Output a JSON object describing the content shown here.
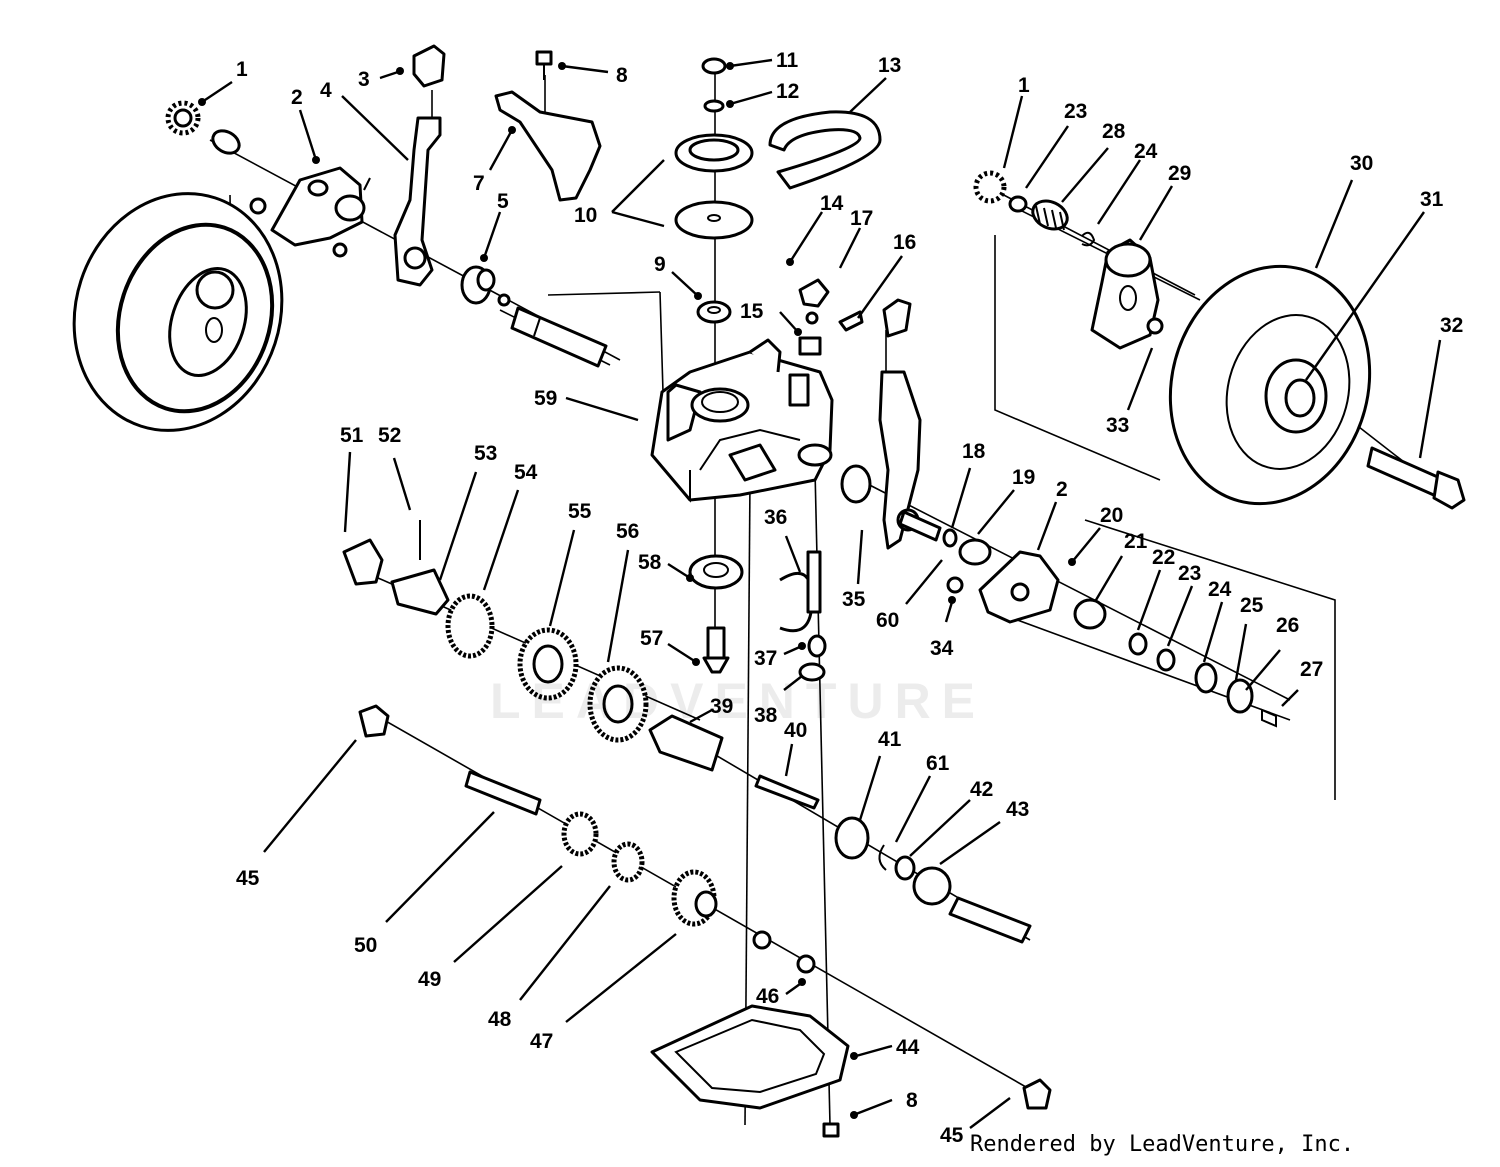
{
  "watermark": "LEADVENTURE",
  "credit": "Rendered by LeadVenture, Inc.",
  "callouts": {
    "c1a": "1",
    "c2a": "2",
    "c3": "3",
    "c4": "4",
    "c5": "5",
    "c7": "7",
    "c8a": "8",
    "c9": "9",
    "c10": "10",
    "c11": "11",
    "c12": "12",
    "c13": "13",
    "c14": "14",
    "c15": "15",
    "c16": "16",
    "c17": "17",
    "c1b": "1",
    "c23a": "23",
    "c28": "28",
    "c24a": "24",
    "c29": "29",
    "c30": "30",
    "c31": "31",
    "c32": "32",
    "c33": "33",
    "c59": "59",
    "c51": "51",
    "c52": "52",
    "c53": "53",
    "c54": "54",
    "c55": "55",
    "c56": "56",
    "c58": "58",
    "c57": "57",
    "c36": "36",
    "c35": "35",
    "c60": "60",
    "c18": "18",
    "c19": "19",
    "c2b": "2",
    "c20": "20",
    "c21": "21",
    "c22": "22",
    "c23b": "23",
    "c24b": "24",
    "c25": "25",
    "c26": "26",
    "c27": "27",
    "c34": "34",
    "c37": "37",
    "c38": "38",
    "c39": "39",
    "c40": "40",
    "c41": "41",
    "c61": "61",
    "c42": "42",
    "c43": "43",
    "c45a": "45",
    "c50": "50",
    "c49": "49",
    "c48": "48",
    "c47": "47",
    "c46": "46",
    "c44": "44",
    "c8b": "8",
    "c45b": "45"
  }
}
